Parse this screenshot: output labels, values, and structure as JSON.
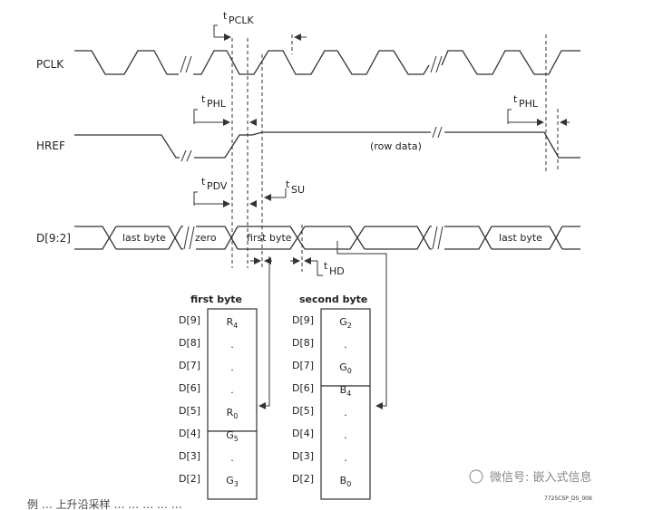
{
  "signals": {
    "pclk": "PCLK",
    "href": "HREF",
    "data": "D[9:2]"
  },
  "timing": {
    "t_pclk": "PCLK",
    "t_phl": "PHL",
    "t_phl2": "PHL",
    "t_pdv": "PDV",
    "t_su": "SU",
    "t_hd": "HD",
    "t_prefix": "t"
  },
  "data_bus": {
    "last_byte_1": "last byte",
    "zero": "zero",
    "first_byte": "first byte",
    "last_byte_2": "last byte",
    "row_data": "(row data)"
  },
  "first_byte_table": {
    "title": "first byte",
    "rows": [
      {
        "pin": "D[9]",
        "val": "R",
        "sub": "4"
      },
      {
        "pin": "D[8]",
        "val": ".",
        "sub": ""
      },
      {
        "pin": "D[7]",
        "val": ".",
        "sub": ""
      },
      {
        "pin": "D[6]",
        "val": ".",
        "sub": ""
      },
      {
        "pin": "D[5]",
        "val": "R",
        "sub": "0"
      },
      {
        "pin": "D[4]",
        "val": "G",
        "sub": "5"
      },
      {
        "pin": "D[3]",
        "val": ".",
        "sub": ""
      },
      {
        "pin": "D[2]",
        "val": "G",
        "sub": "3"
      }
    ]
  },
  "second_byte_table": {
    "title": "second byte",
    "rows": [
      {
        "pin": "D[9]",
        "val": "G",
        "sub": "2"
      },
      {
        "pin": "D[8]",
        "val": ".",
        "sub": ""
      },
      {
        "pin": "D[7]",
        "val": "G",
        "sub": "0"
      },
      {
        "pin": "D[6]",
        "val": "B",
        "sub": "4"
      },
      {
        "pin": "D[5]",
        "val": ".",
        "sub": ""
      },
      {
        "pin": "D[4]",
        "val": ".",
        "sub": ""
      },
      {
        "pin": "D[3]",
        "val": ".",
        "sub": ""
      },
      {
        "pin": "D[2]",
        "val": "B",
        "sub": "0"
      }
    ]
  },
  "figure_id": "7725CSP_DS_009",
  "watermark": "微信号: 嵌入式信息",
  "bottom_caption_fragment": "例  …  上升沿采样 …  …  …  …  …"
}
